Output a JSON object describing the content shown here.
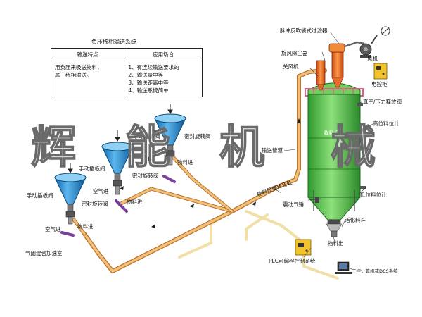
{
  "table": {
    "title": "负压稀相输送系统",
    "headers": [
      "输送特点",
      "应用场合"
    ],
    "feature_lines": [
      "用负压来吸送物料，",
      "属于稀相输送。"
    ],
    "application_lines": [
      "1、有连续输送要求的",
      "2、输送量中等",
      "3、输送距离中等",
      "4、输送系统简单"
    ]
  },
  "labels": {
    "pulse_filter": "脉冲反吹袋式过滤器",
    "fan": "风机",
    "cyclone": "旋风除尘器",
    "gate_valve": "关风机",
    "control_cabinet": "电控柜",
    "vacuum_valve": "真空/压力释放阀",
    "high_level": "高位料位计",
    "bin": "收料仓",
    "pipeline": "输送管道",
    "elbow": "物料显要转弯处",
    "air_hammer": "震动气锤",
    "low_level": "低位料位计",
    "fluid_hopper": "活化料斗",
    "material_out": "物料出",
    "plc": "PLC可编程控制系统",
    "dcs": "工控计算机或DCS系统",
    "manual_valve": "手动插板阀",
    "rotary_valve": "密封旋转阀",
    "material_in": "物料进",
    "air_in": "空气进",
    "mixing_chamber": "气固混合加速室"
  },
  "watermark": [
    "辉",
    "能",
    "机",
    "械"
  ]
}
